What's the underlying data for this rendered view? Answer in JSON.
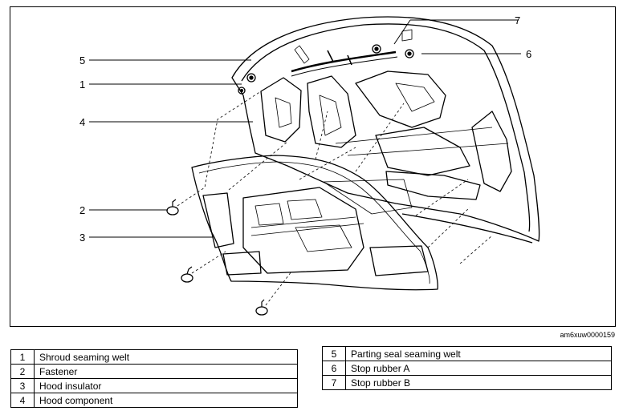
{
  "callouts": [
    {
      "number": "7"
    },
    {
      "number": "5"
    },
    {
      "number": "6"
    },
    {
      "number": "1"
    },
    {
      "number": "4"
    },
    {
      "number": "2"
    },
    {
      "number": "3"
    }
  ],
  "figure_id": "am6xuw0000159",
  "legend_left": [
    {
      "number": "1",
      "label": "Shroud seaming welt"
    },
    {
      "number": "2",
      "label": "Fastener"
    },
    {
      "number": "3",
      "label": "Hood insulator"
    },
    {
      "number": "4",
      "label": "Hood component"
    }
  ],
  "legend_right": [
    {
      "number": "5",
      "label": "Parting seal seaming welt"
    },
    {
      "number": "6",
      "label": "Stop rubber A"
    },
    {
      "number": "7",
      "label": "Stop rubber B"
    }
  ]
}
